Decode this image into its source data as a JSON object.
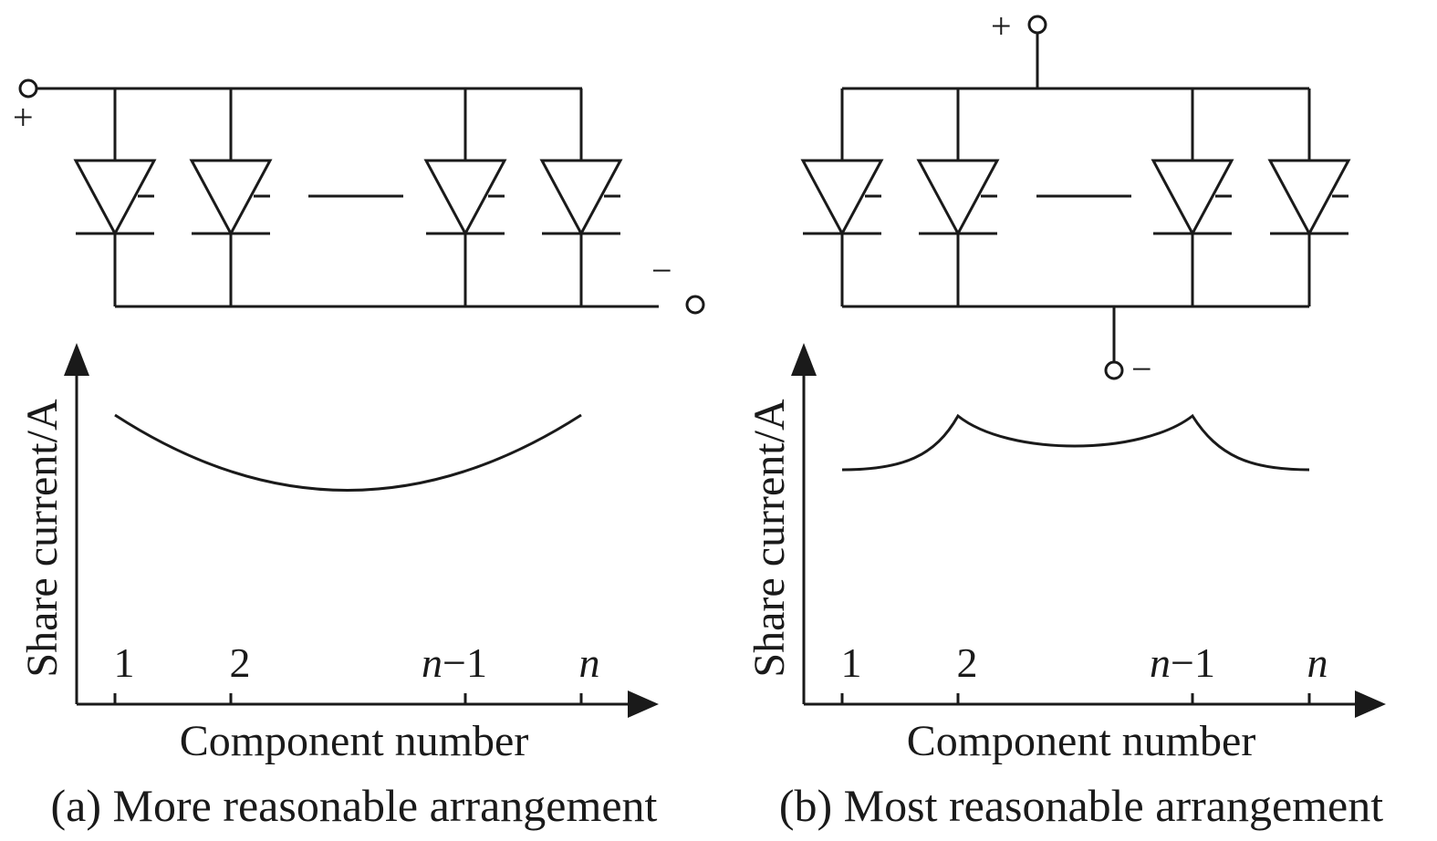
{
  "panels": [
    {
      "id": "a",
      "caption": "(a) More reasonable arrangement",
      "terminals": {
        "plus": "+",
        "minus": "−"
      },
      "ylabel": "Share current/A",
      "xlabel": "Component number",
      "ticks": [
        {
          "pre": "",
          "var": "",
          "post": "1"
        },
        {
          "pre": "",
          "var": "",
          "post": "2"
        },
        {
          "pre": "",
          "var": "n",
          "post": "−1"
        },
        {
          "pre": "",
          "var": "n",
          "post": ""
        }
      ],
      "curve_shape": "U-shaped: highest at components 1 and n, lowest in the middle"
    },
    {
      "id": "b",
      "caption": "(b) Most reasonable arrangement",
      "terminals": {
        "plus": "+",
        "minus": "−"
      },
      "ylabel": "Share current/A",
      "xlabel": "Component number",
      "ticks": [
        {
          "pre": "",
          "var": "",
          "post": "1"
        },
        {
          "pre": "",
          "var": "",
          "post": "2"
        },
        {
          "pre": "",
          "var": "n",
          "post": "−1"
        },
        {
          "pre": "",
          "var": "n",
          "post": ""
        }
      ],
      "curve_shape": "peaks at components 2 and n−1, lower at ends and middle"
    }
  ]
}
